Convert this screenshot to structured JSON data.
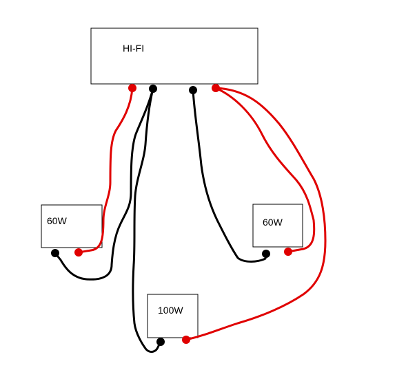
{
  "colors": {
    "background": "#ffffff",
    "box_border": "#000000",
    "positive": "#e00000",
    "negative": "#000000"
  },
  "nodes": {
    "amplifier": {
      "label": "HI-FI"
    },
    "speaker_left": {
      "label": "60W"
    },
    "speaker_right": {
      "label": "60W"
    },
    "speaker_bottom": {
      "label": "100W"
    }
  }
}
